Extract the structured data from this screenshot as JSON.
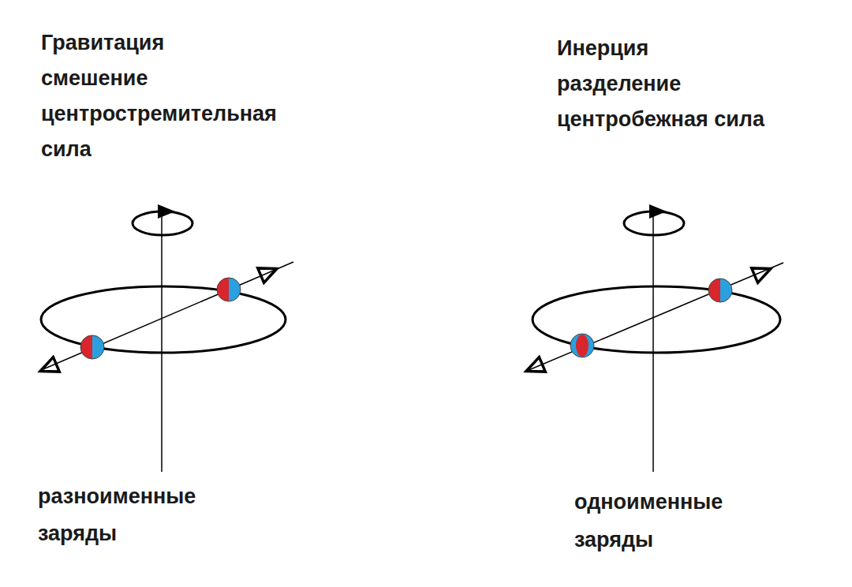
{
  "diagram": {
    "labels": [
      "Гравитация",
      "смешение",
      "центростремительная",
      "сила",
      "Инерция",
      "разделение",
      "центробежная сила",
      "разноименные",
      "заряды",
      "одноименные",
      "заряды"
    ]
  }
}
